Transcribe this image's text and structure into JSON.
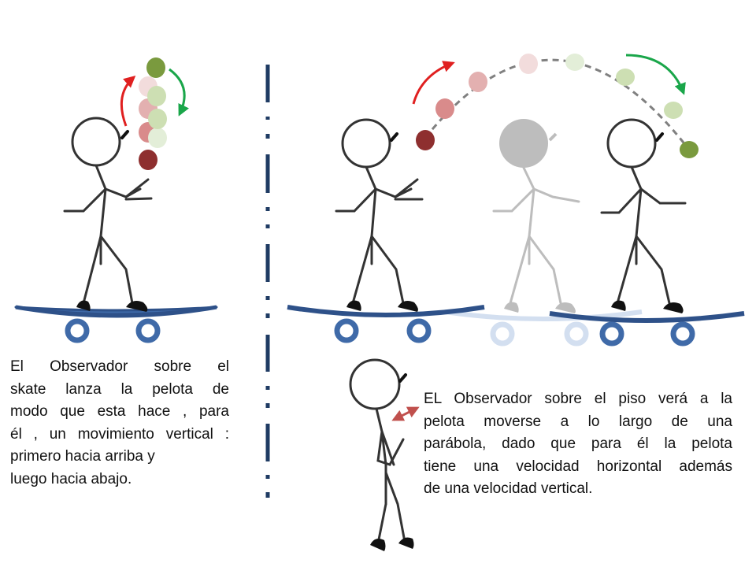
{
  "captions": {
    "left": [
      "El Observador sobre el",
      "skate  lanza la pelota de",
      "modo que esta hace , para",
      "él , un movimiento vertical :",
      "primero hacia arriba y",
      "luego hacia abajo."
    ],
    "right": [
      "EL Observador sobre el piso  verá a la",
      "pelota moverse a lo largo de una",
      "parábola, dado que para él la pelota",
      "tiene una velocidad horizontal además",
      "de una velocidad vertical."
    ]
  },
  "colors": {
    "figure": "#333333",
    "ghost_figure": "#bdbdbd",
    "skate_board": "#3f6aa8",
    "skate_wheel": "#3f6aa8",
    "ghost_skate": "#d3dff0",
    "divider": "#1f3b63",
    "arrow_up": "#e02020",
    "arrow_down": "#1aa64a",
    "double_arrow": "#c0504d",
    "trajectory": "#808080",
    "ball_1": "#8e2f2f",
    "ball_2": "#d98b8b",
    "ball_3": "#e3b0b0",
    "ball_4": "#f2dcdc",
    "ball_5": "#e3eed8",
    "ball_6": "#cddfb3",
    "ball_7": "#7a9a3e"
  }
}
